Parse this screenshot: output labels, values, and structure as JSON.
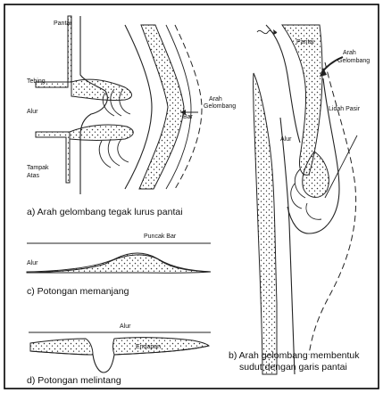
{
  "colors": {
    "ink": "#222222",
    "background": "#ffffff",
    "border": "#000000"
  },
  "panel_a": {
    "labels": {
      "pantai": "Pantai",
      "tebing": "Tebing",
      "alur": "Alur",
      "tampak": "Tampak",
      "atas": "Atas",
      "arah": "Arah",
      "gelombang": "Gelombang",
      "bar": "Bar"
    },
    "caption": "a) Arah gelombang tegak lurus pantai"
  },
  "panel_b": {
    "labels": {
      "pantai": "Pantai",
      "arah": "Arah",
      "gelombang": "Gelombang",
      "lidah_pasir": "Lidah Pasir",
      "alur": "Alur"
    },
    "caption_line1": "b) Arah gelombang membentuk",
    "caption_line2": "sudut dengan garis pantai"
  },
  "panel_c": {
    "labels": {
      "puncak_bar": "Puncak Bar",
      "alur": "Alur"
    },
    "caption": "c) Potongan memanjang"
  },
  "panel_d": {
    "labels": {
      "alur": "Alur",
      "endapan": "Endapan"
    },
    "caption": "d) Potongan melintang"
  }
}
